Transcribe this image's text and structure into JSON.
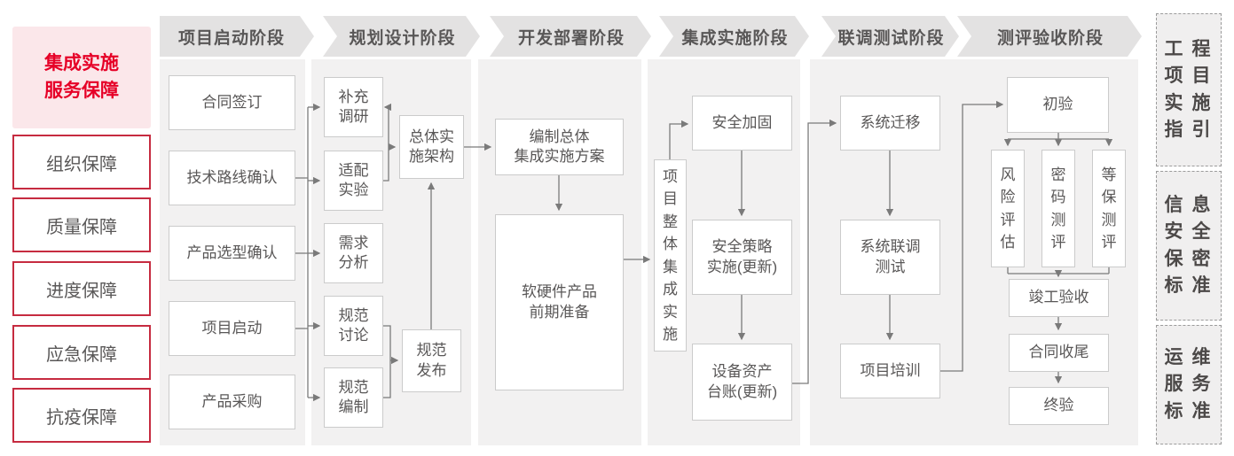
{
  "left_panel": {
    "header": "集成实施\n服务保障",
    "items": [
      "组织保障",
      "质量保障",
      "进度保障",
      "应急保障",
      "抗疫保障"
    ]
  },
  "phases": [
    {
      "label": "项目启动阶段"
    },
    {
      "label": "规划设计阶段"
    },
    {
      "label": "开发部署阶段"
    },
    {
      "label": "集成实施阶段"
    },
    {
      "label": "联调测试阶段"
    },
    {
      "label": "测评验收阶段"
    }
  ],
  "flow": {
    "p1": {
      "contract_signing": "合同签订",
      "tech_route_confirm": "技术路线确认",
      "product_selection_confirm": "产品选型确认",
      "project_kickoff": "项目启动",
      "product_procurement": "产品采购"
    },
    "p2": {
      "supplementary_research": "补充\n调研",
      "adaptation_experiment": "适配\n实验",
      "requirement_analysis": "需求\n分析",
      "spec_discussion": "规范\n讨论",
      "spec_drafting": "规范\n编制",
      "overall_impl_architecture": "总体实\n施架构",
      "spec_release": "规范\n发布"
    },
    "p3": {
      "overall_integration_plan": "编制总体\n集成实施方案",
      "hw_sw_preparation": "软硬件产品\n前期准备"
    },
    "p4": {
      "overall_integration_impl": "项目整体集成实施",
      "security_hardening": "安全加固",
      "security_policy_impl": "安全策略\n实施(更新)",
      "asset_ledger_update": "设备资产\n台账(更新)"
    },
    "p5": {
      "system_migration": "系统迁移",
      "joint_debug_test": "系统联调\n测试",
      "project_training": "项目培训"
    },
    "p6": {
      "initial_acceptance": "初验",
      "risk_assessment": "风险评估",
      "crypto_evaluation": "密码测评",
      "mlps_evaluation": "等保测评",
      "completion_acceptance": "竣工验收",
      "contract_closure": "合同收尾",
      "final_acceptance": "终验"
    }
  },
  "standards": {
    "project_impl_guide": "工程项目实施指引",
    "info_security_confidentiality": "信息安全保密标准",
    "om_service": "运维服务标准"
  },
  "colors": {
    "accent_red": "#e60027",
    "pink_bg": "#fbe7ea",
    "red_border": "#c62b40",
    "header_bg": "#e3e2e2",
    "column_bg": "#f2f1f1",
    "box_border": "#cbcbcb",
    "line_gray": "#7a7a7a",
    "text_gray": "#595757"
  }
}
